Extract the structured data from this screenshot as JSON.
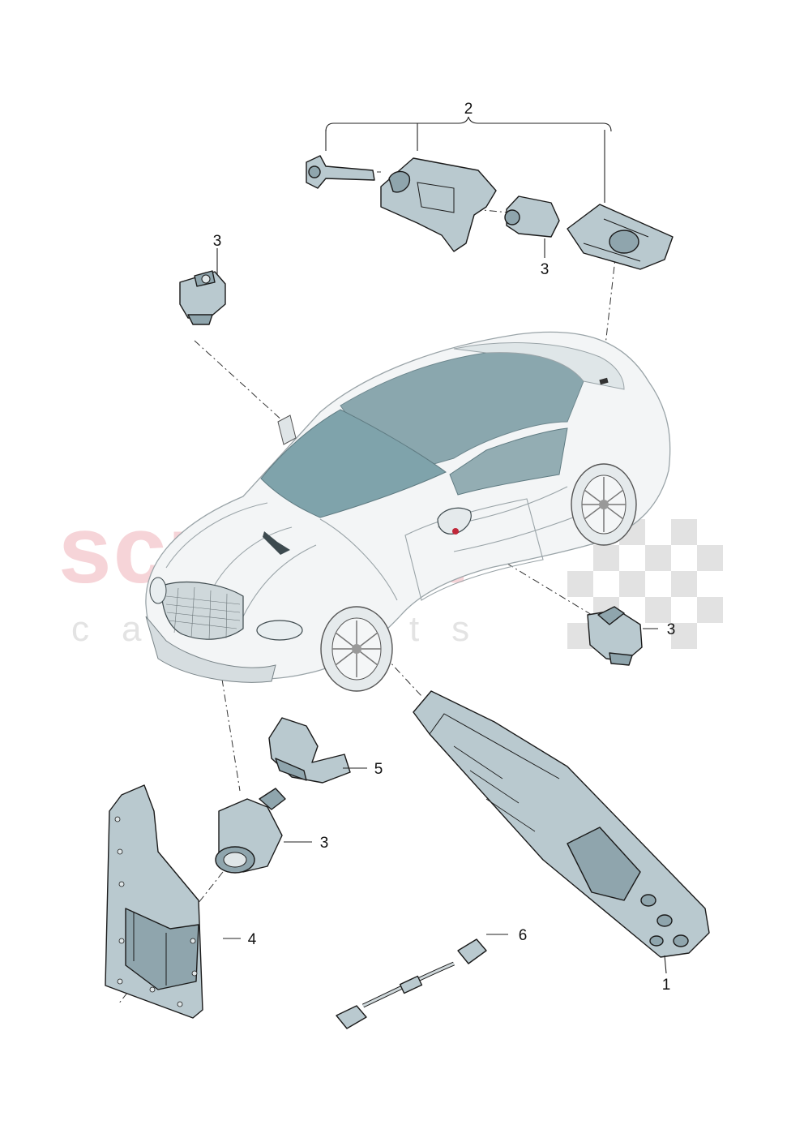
{
  "watermark": {
    "brand": "scuderia",
    "subtitle": "car parts"
  },
  "callouts": [
    {
      "id": "c2",
      "label": "2"
    },
    {
      "id": "c3a",
      "label": "3"
    },
    {
      "id": "c3b",
      "label": "3"
    },
    {
      "id": "c3c",
      "label": "3"
    },
    {
      "id": "c3d",
      "label": "3"
    },
    {
      "id": "c5",
      "label": "5"
    },
    {
      "id": "c4",
      "label": "4"
    },
    {
      "id": "c6",
      "label": "6"
    },
    {
      "id": "c1",
      "label": "1"
    }
  ],
  "colors": {
    "part_fill": "#b9c9cf",
    "part_dark": "#8fa5ad",
    "glass": "#7fa3ab",
    "watermark_red": "#f4c6cb",
    "checker": "#e2e2e2"
  }
}
